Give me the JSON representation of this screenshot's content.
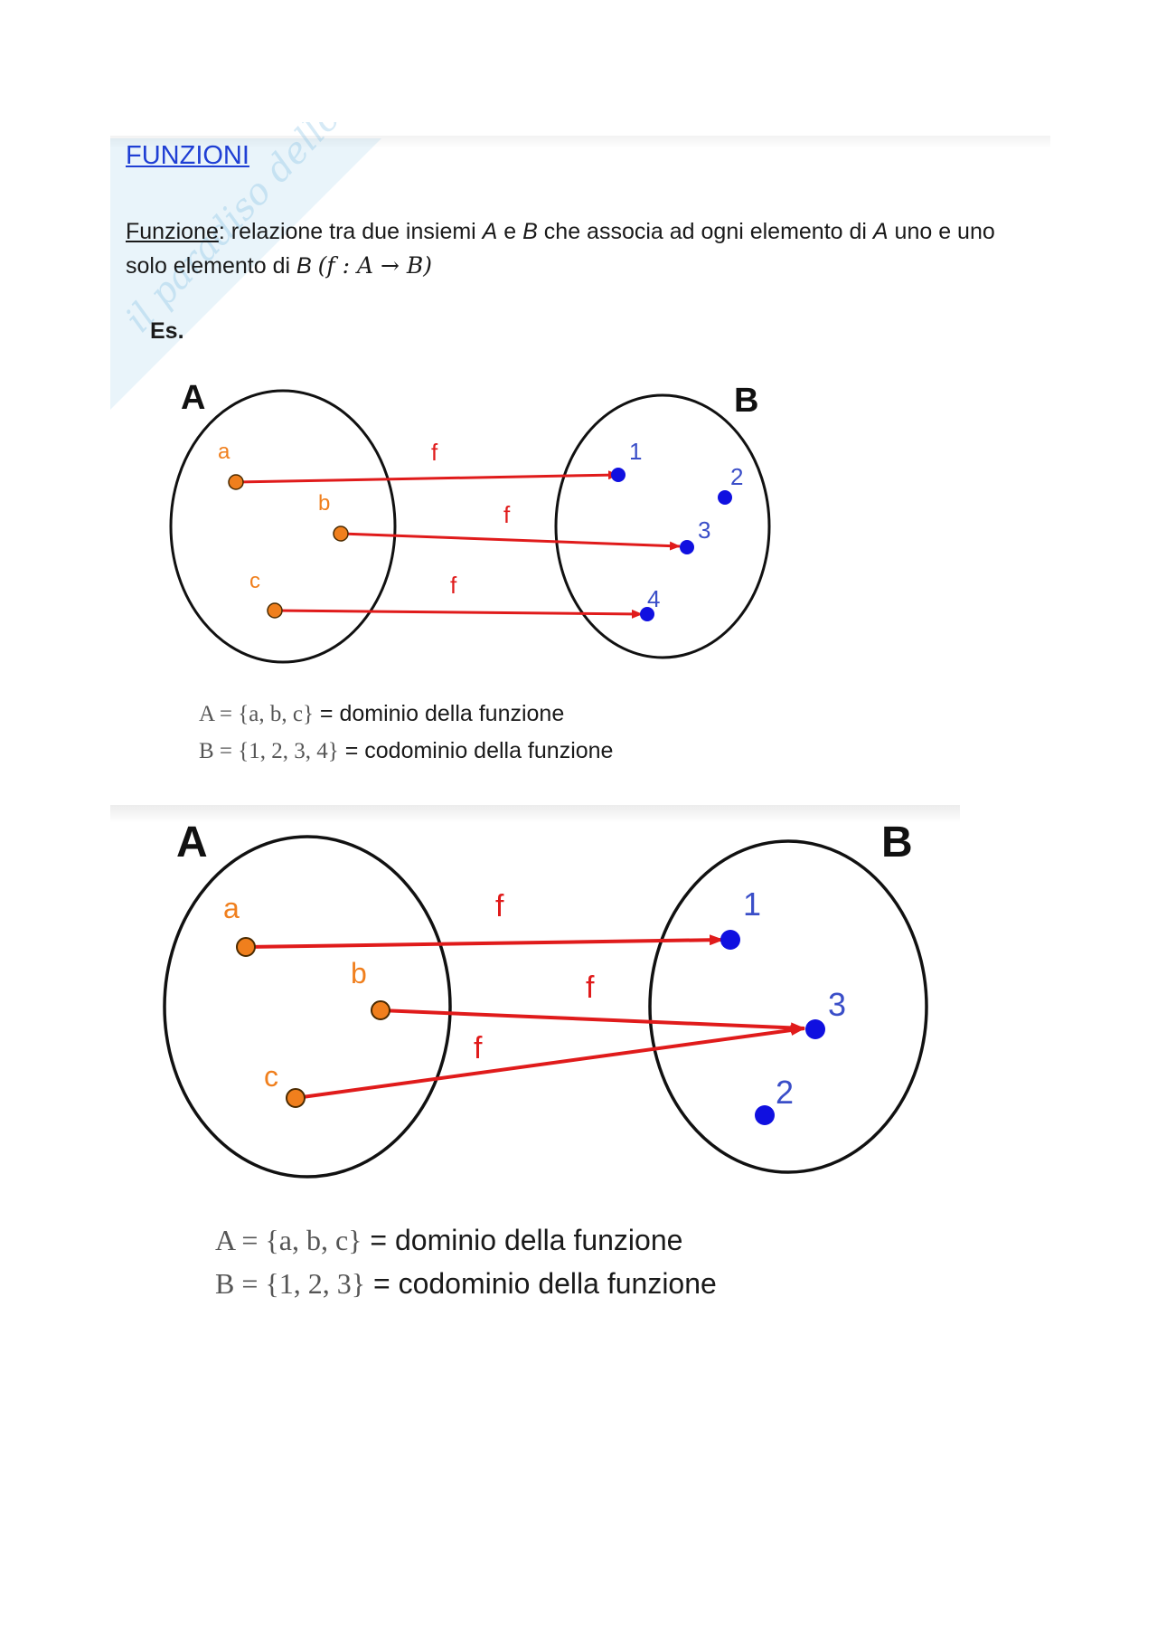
{
  "page": {
    "title": "FUNZIONI",
    "watermark": "il paradiso dello studente",
    "definition": {
      "term": "Funzione",
      "text_before": ": relazione tra due insiemi ",
      "var_a": "A",
      "text_e": " e ",
      "var_b": "B",
      "text_after": " che associa ad ogni elemento di ",
      "var_a2": "A",
      "text_after2": " uno e uno solo elemento di ",
      "var_b2": "B",
      "formula": "(f : A → B)"
    },
    "example_label": "Es."
  },
  "diagram1": {
    "set_a_label": "A",
    "set_b_label": "B",
    "domain_elements": [
      "a",
      "b",
      "c"
    ],
    "codomain_elements": [
      "1",
      "2",
      "3",
      "4"
    ],
    "arrow_label": "f",
    "mappings": [
      [
        "a",
        "1"
      ],
      [
        "b",
        "3"
      ],
      [
        "c",
        "4"
      ]
    ],
    "domain_formula": "A = {a, b, c}",
    "domain_text": " = dominio della funzione",
    "codomain_formula": "B = {1, 2, 3, 4}",
    "codomain_text": " = codominio della funzione"
  },
  "diagram2": {
    "set_a_label": "A",
    "set_b_label": "B",
    "domain_elements": [
      "a",
      "b",
      "c"
    ],
    "codomain_elements": [
      "1",
      "3",
      "2"
    ],
    "arrow_label": "f",
    "mappings": [
      [
        "a",
        "1"
      ],
      [
        "b",
        "3"
      ],
      [
        "c",
        "3"
      ]
    ],
    "domain_formula": "A = {a, b, c}",
    "domain_text": " = dominio della funzione",
    "codomain_formula": "B = {1, 2, 3}",
    "codomain_text": " = codominio della funzione"
  },
  "colors": {
    "title_link": "#1f3fd4",
    "arrow": "#e01b1b",
    "domain_point": "#f07f1d",
    "codomain_point": "#1010e0",
    "domain_label": "#f07f1d",
    "codomain_label": "#3a4ec8",
    "watermark": "#78b9e1"
  }
}
